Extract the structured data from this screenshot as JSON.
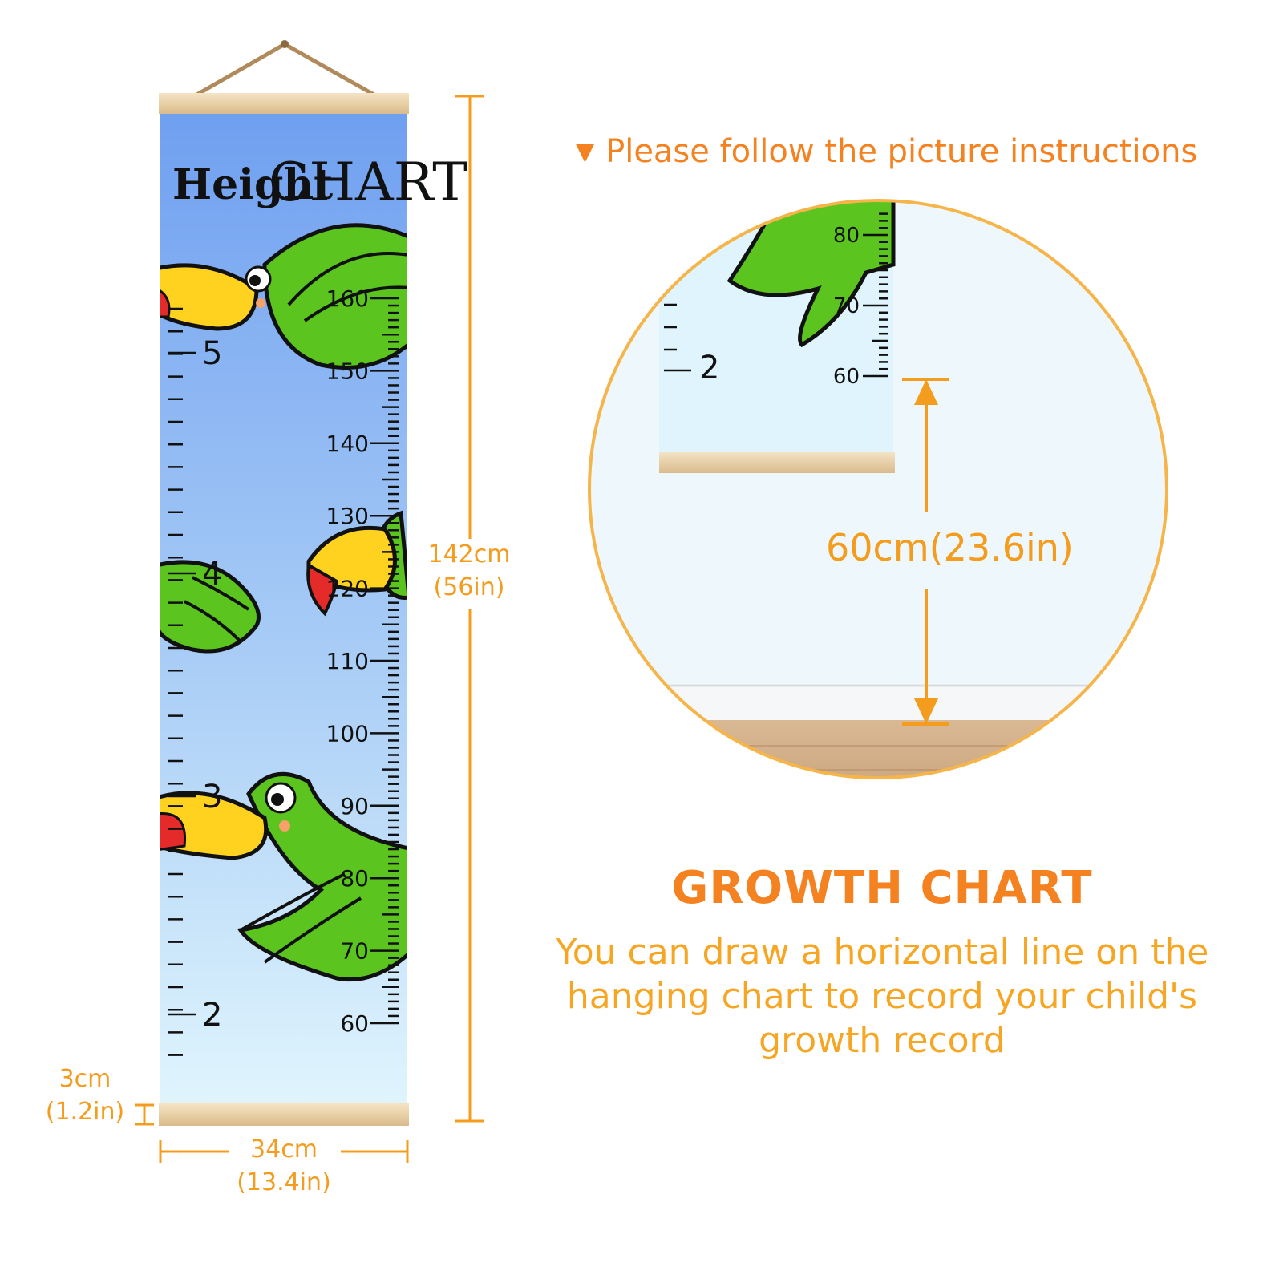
{
  "chart": {
    "title_part1": "Height",
    "title_part2": "CHART",
    "cm_labels": [
      "160",
      "150",
      "140",
      "130",
      "120",
      "110",
      "100",
      "90",
      "80",
      "70",
      "60"
    ],
    "ft_labels": [
      "5",
      "4",
      "3",
      "2"
    ]
  },
  "dimensions": {
    "height_cm": "142cm",
    "height_in": "(56in)",
    "width_cm": "34cm",
    "width_in": "(13.4in)",
    "rod_cm": "3cm",
    "rod_in": "(1.2in)"
  },
  "instruction": {
    "marker": "▼",
    "text": "Please follow the picture instructions"
  },
  "zoom": {
    "cm_labels": [
      "80",
      "70",
      "60"
    ],
    "ft_label": "2",
    "floor_gap": "60cm(23.6in)"
  },
  "info": {
    "heading": "GROWTH CHART",
    "description": "You can draw a horizontal line on the hanging chart to record your child's growth record"
  },
  "colors": {
    "accent_orange": "#f58220",
    "dimension_orange": "#f39c1d",
    "parrot_green": "#5cc41e",
    "beak_yellow": "#ffd21f",
    "sky_top": "#6f9ff0",
    "sky_bottom": "#dff4fc"
  }
}
